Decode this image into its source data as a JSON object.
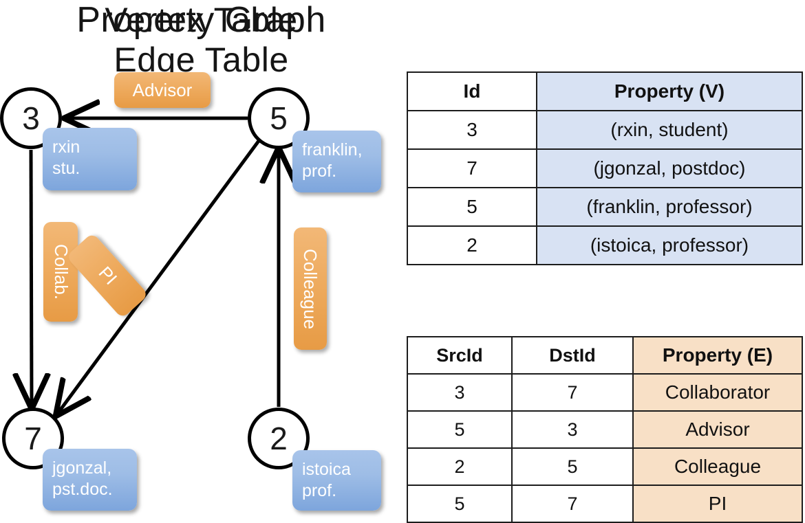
{
  "graph": {
    "title": "Property Graph",
    "nodes": [
      {
        "id": "3",
        "prop_line1": "rxin",
        "prop_line2": "stu."
      },
      {
        "id": "5",
        "prop_line1": "franklin,",
        "prop_line2": "prof."
      },
      {
        "id": "7",
        "prop_line1": "jgonzal,",
        "prop_line2": "pst.doc."
      },
      {
        "id": "2",
        "prop_line1": "istoica",
        "prop_line2": "prof."
      }
    ],
    "edge_labels": [
      {
        "text": "Advisor"
      },
      {
        "text": "Collab."
      },
      {
        "text": "PI"
      },
      {
        "text": "Colleague"
      }
    ]
  },
  "vertex_table": {
    "title": "Vertex Table",
    "headers": [
      "Id",
      "Property (V)"
    ],
    "rows": [
      {
        "id": "3",
        "property": "(rxin, student)"
      },
      {
        "id": "7",
        "property": "(jgonzal, postdoc)"
      },
      {
        "id": "5",
        "property": "(franklin, professor)"
      },
      {
        "id": "2",
        "property": "(istoica, professor)"
      }
    ]
  },
  "edge_table": {
    "title": "Edge Table",
    "headers": [
      "SrcId",
      "DstId",
      "Property (E)"
    ],
    "rows": [
      {
        "src": "3",
        "dst": "7",
        "property": "Collaborator"
      },
      {
        "src": "5",
        "dst": "3",
        "property": "Advisor"
      },
      {
        "src": "2",
        "dst": "5",
        "property": "Colleague"
      },
      {
        "src": "5",
        "dst": "7",
        "property": "PI"
      }
    ]
  },
  "colors": {
    "vertex_property_fill": "#d8e2f3",
    "edge_property_fill": "#f8e0c6",
    "vertex_box": "#8fb3e3",
    "edge_box": "#eeab5f",
    "stroke": "#000000"
  }
}
